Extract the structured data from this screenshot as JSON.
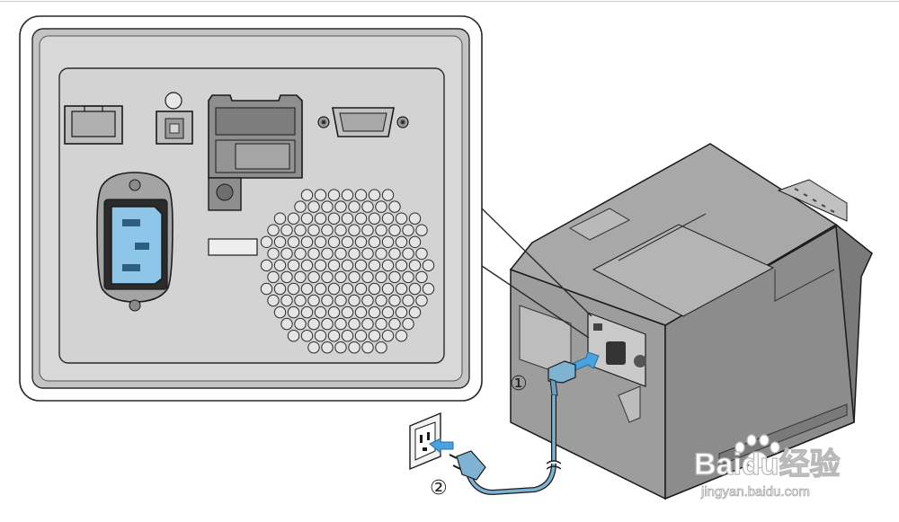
{
  "steps": [
    {
      "label": "①"
    },
    {
      "label": "②"
    }
  ],
  "watermark": {
    "brand": "Baidu经验",
    "url": "jingyan.baidu.com"
  },
  "colors": {
    "panel": "#dcdcdc",
    "panel_inner": "#d2d2d2",
    "printer_body": "#8a8a8a",
    "printer_top": "#a9a9a9",
    "connector_blue": "#8ec6ea",
    "arrow_blue": "#4aa3df",
    "cable_blue": "#7fb3d4",
    "outline": "#1a1a1a"
  },
  "icons": [
    "rj45-port-icon",
    "usb-b-port-icon",
    "serial-db9-port-icon",
    "ac-inlet-icon",
    "wall-outlet-icon",
    "power-plug-icon"
  ]
}
